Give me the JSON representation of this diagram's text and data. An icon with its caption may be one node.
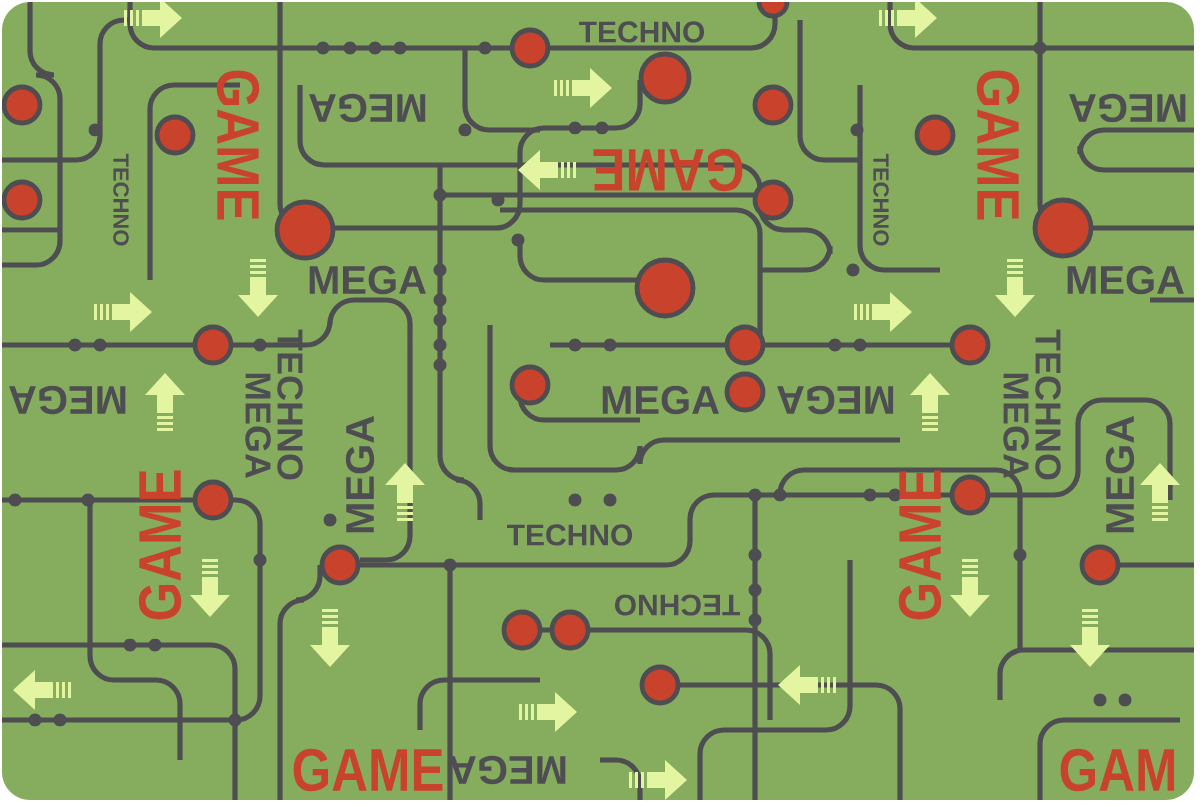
{
  "diagram": {
    "labels": [
      "TECHNO",
      "GAME",
      "MEGA",
      "TECHNO",
      "GAME",
      "GAME",
      "MEGA",
      "TECHNO",
      "MEGA",
      "MEGA",
      "TECHNO",
      "MEGA",
      "MEGA",
      "MEGA",
      "MEGA",
      "TECHNO",
      "MEGA",
      "MEGA",
      "MEGA",
      "GAME",
      "GAME",
      "TECHNO",
      "TECHNO",
      "GAME",
      "MEGA",
      "GAM"
    ]
  }
}
